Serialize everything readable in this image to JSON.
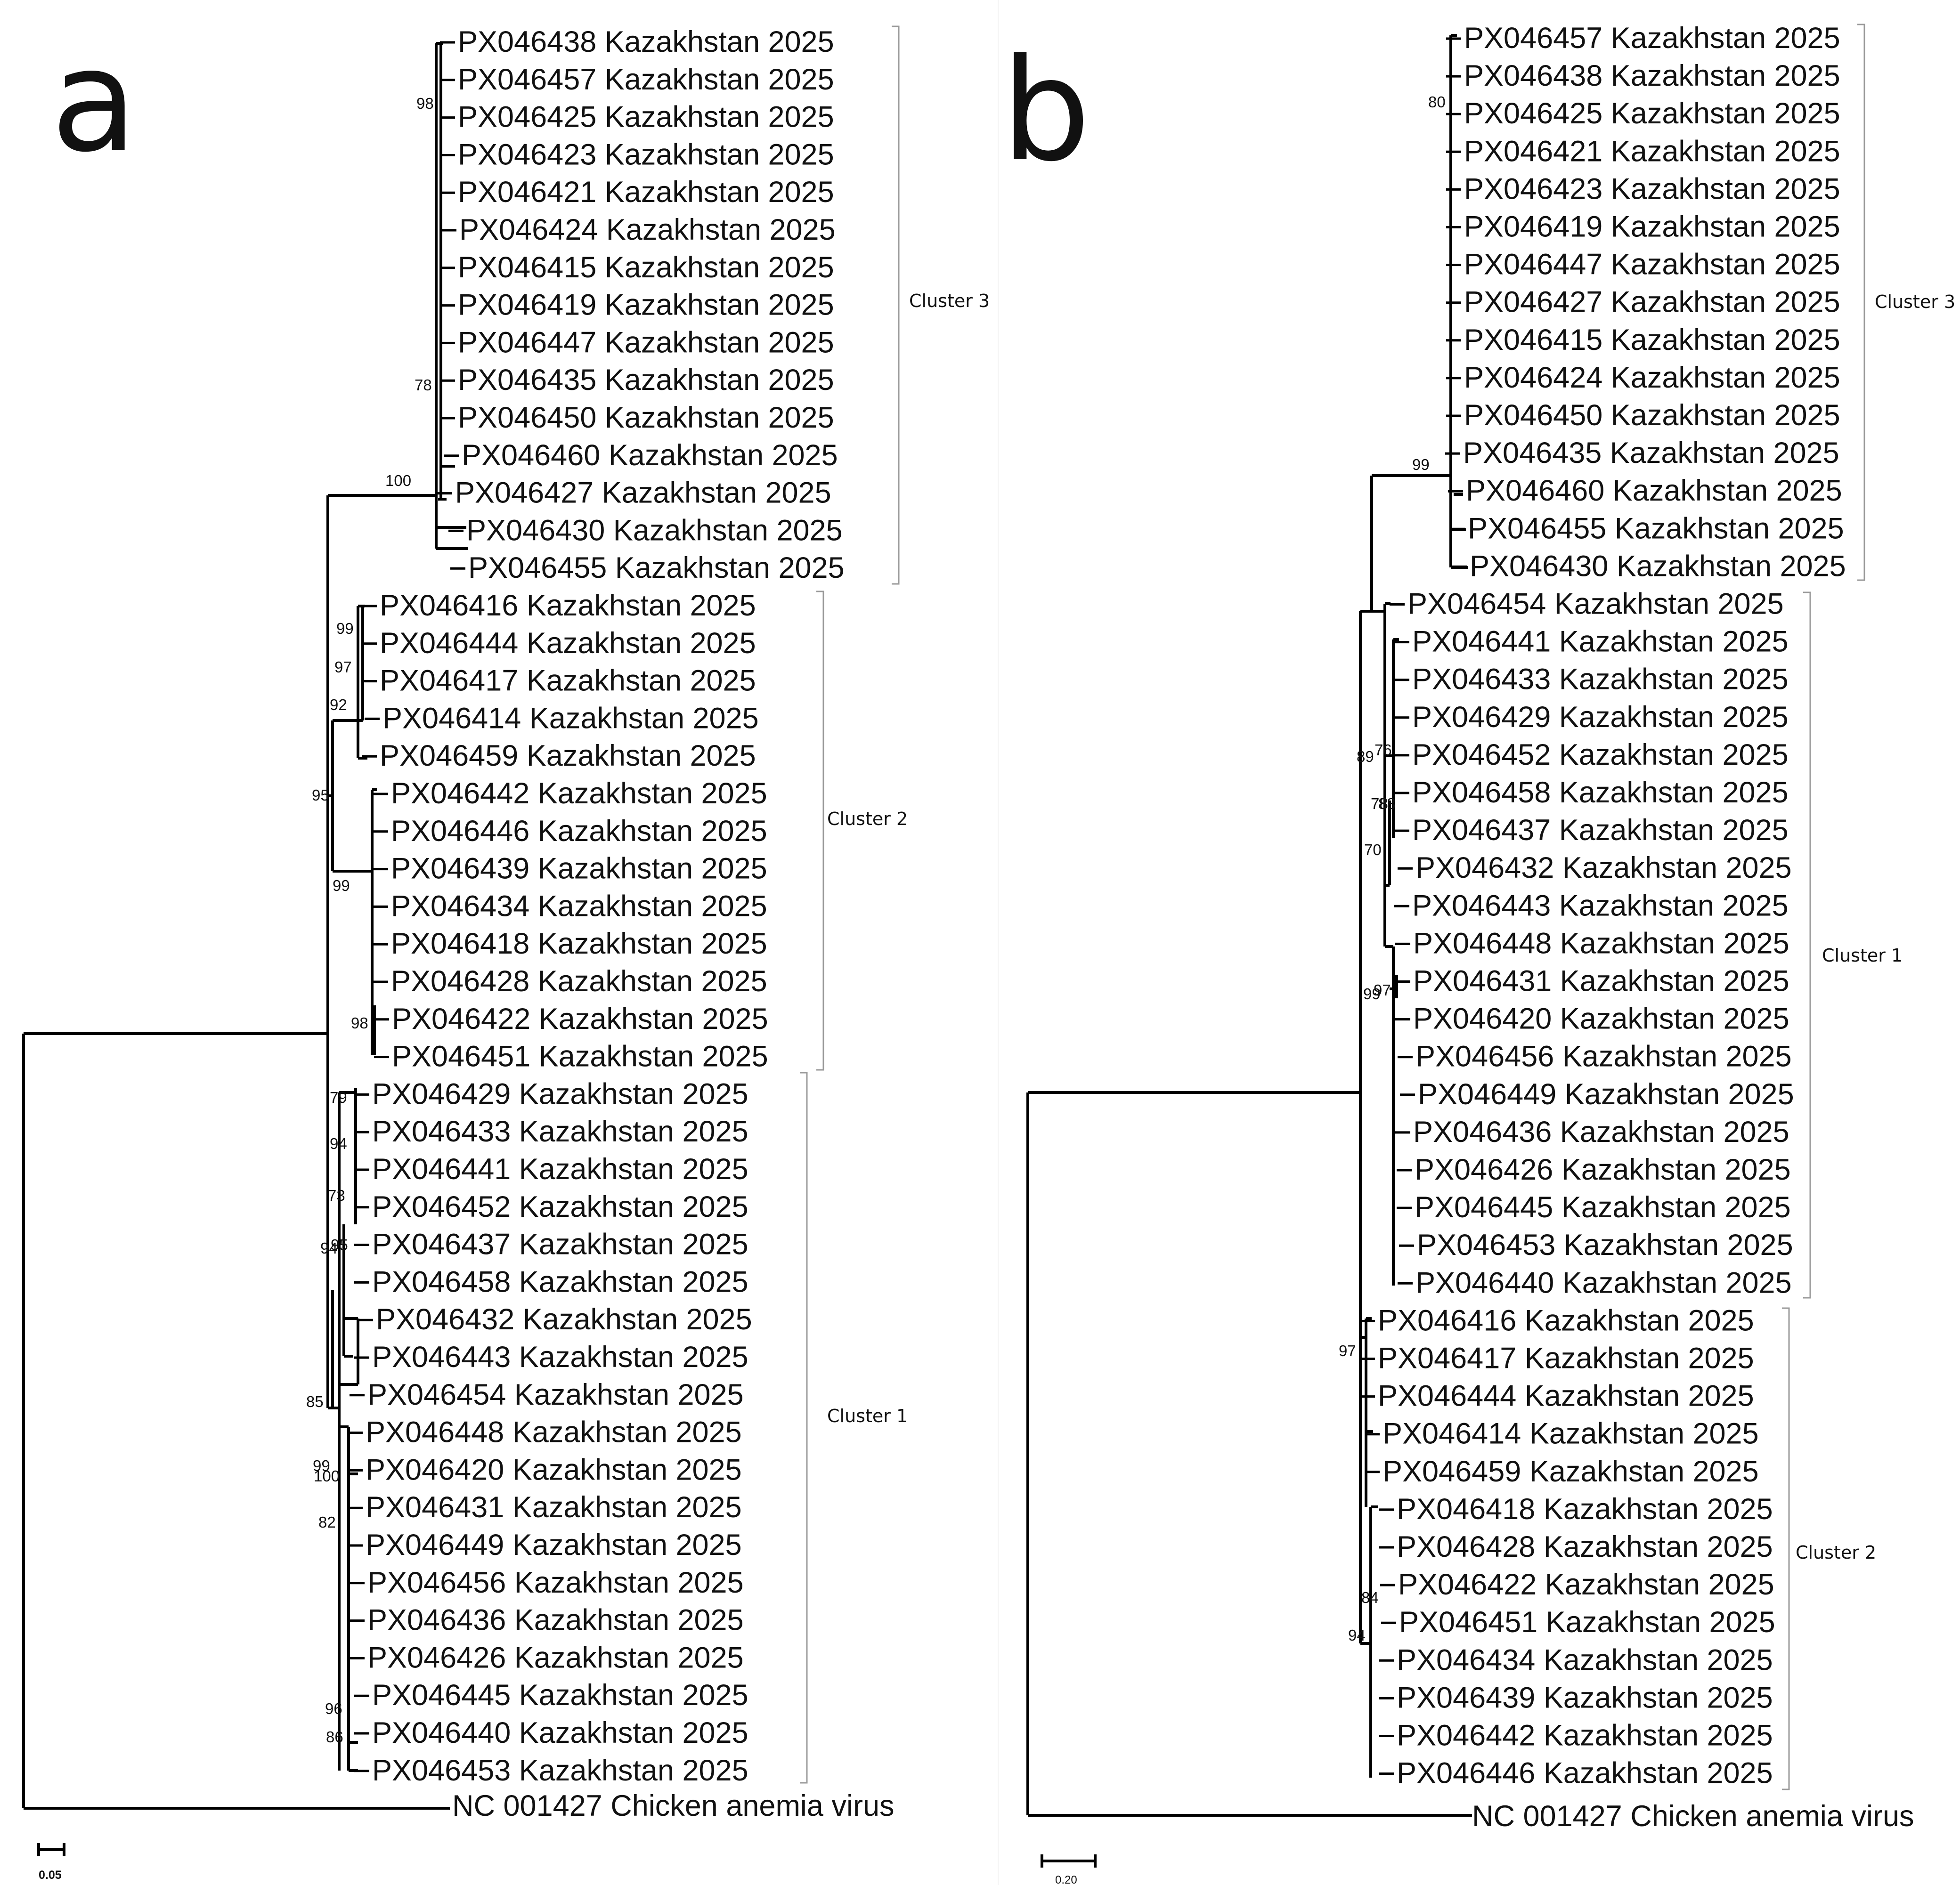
{
  "panels": [
    {
      "letter": "a",
      "scale": "0.05",
      "outgroup": "NC 001427 Chicken anemia virus",
      "clusters": [
        {
          "label": "Cluster 3",
          "tips": [
            "PX046438 Kazakhstan 2025",
            "PX046457 Kazakhstan 2025",
            "PX046425 Kazakhstan 2025",
            "PX046423 Kazakhstan 2025",
            "PX046421 Kazakhstan 2025",
            "PX046424 Kazakhstan 2025",
            "PX046415 Kazakhstan 2025",
            "PX046419 Kazakhstan 2025",
            "PX046447 Kazakhstan 2025",
            "PX046435 Kazakhstan 2025",
            "PX046450 Kazakhstan 2025",
            "PX046460 Kazakhstan 2025",
            "PX046427 Kazakhstan 2025",
            "PX046430 Kazakhstan 2025",
            "PX046455 Kazakhstan 2025"
          ]
        },
        {
          "label": "Cluster 2",
          "tips": [
            "PX046416 Kazakhstan 2025",
            "PX046444 Kazakhstan 2025",
            "PX046417 Kazakhstan 2025",
            "PX046414 Kazakhstan 2025",
            "PX046459 Kazakhstan 2025",
            "PX046442 Kazakhstan 2025",
            "PX046446 Kazakhstan 2025",
            "PX046439 Kazakhstan 2025",
            "PX046434 Kazakhstan 2025",
            "PX046418 Kazakhstan 2025",
            "PX046428 Kazakhstan 2025",
            "PX046422 Kazakhstan 2025",
            "PX046451 Kazakhstan 2025"
          ]
        },
        {
          "label": "Cluster 1",
          "tips": [
            "PX046429 Kazakhstan 2025",
            "PX046433 Kazakhstan 2025",
            "PX046441 Kazakhstan 2025",
            "PX046452 Kazakhstan 2025",
            "PX046437 Kazakhstan 2025",
            "PX046458 Kazakhstan 2025",
            "PX046432 Kazakhstan 2025",
            "PX046443 Kazakhstan 2025",
            "PX046454 Kazakhstan 2025",
            "PX046448 Kazakhstan 2025",
            "PX046420 Kazakhstan 2025",
            "PX046431 Kazakhstan 2025",
            "PX046449 Kazakhstan 2025",
            "PX046456 Kazakhstan 2025",
            "PX046436 Kazakhstan 2025",
            "PX046426 Kazakhstan 2025",
            "PX046445 Kazakhstan 2025",
            "PX046440 Kazakhstan 2025",
            "PX046453 Kazakhstan 2025"
          ]
        }
      ],
      "bootstraps": [
        "100",
        "98",
        "78",
        "99",
        "97",
        "92",
        "95",
        "99",
        "98",
        "79",
        "94",
        "73",
        "95",
        "94",
        "85",
        "99",
        "100",
        "82",
        "96",
        "86"
      ]
    },
    {
      "letter": "b",
      "scale": "0.20",
      "outgroup": "NC 001427 Chicken anemia virus",
      "clusters": [
        {
          "label": "Cluster 3",
          "tips": [
            "PX046457 Kazakhstan 2025",
            "PX046438 Kazakhstan 2025",
            "PX046425 Kazakhstan 2025",
            "PX046421 Kazakhstan 2025",
            "PX046423 Kazakhstan 2025",
            "PX046419 Kazakhstan 2025",
            "PX046447 Kazakhstan 2025",
            "PX046427 Kazakhstan 2025",
            "PX046415 Kazakhstan 2025",
            "PX046424 Kazakhstan 2025",
            "PX046450 Kazakhstan 2025",
            "PX046435 Kazakhstan 2025",
            "PX046460 Kazakhstan 2025",
            "PX046455 Kazakhstan 2025",
            "PX046430 Kazakhstan 2025"
          ]
        },
        {
          "label": "Cluster 1",
          "tips": [
            "PX046454 Kazakhstan 2025",
            "PX046441 Kazakhstan 2025",
            "PX046433 Kazakhstan 2025",
            "PX046429 Kazakhstan 2025",
            "PX046452 Kazakhstan 2025",
            "PX046458 Kazakhstan 2025",
            "PX046437 Kazakhstan 2025",
            "PX046432 Kazakhstan 2025",
            "PX046443 Kazakhstan 2025",
            "PX046448 Kazakhstan 2025",
            "PX046431 Kazakhstan 2025",
            "PX046420 Kazakhstan 2025",
            "PX046456 Kazakhstan 2025",
            "PX046449 Kazakhstan 2025",
            "PX046436 Kazakhstan 2025",
            "PX046426 Kazakhstan 2025",
            "PX046445 Kazakhstan 2025",
            "PX046453 Kazakhstan 2025",
            "PX046440 Kazakhstan 2025"
          ]
        },
        {
          "label": "Cluster 2",
          "tips": [
            "PX046416 Kazakhstan 2025",
            "PX046417 Kazakhstan 2025",
            "PX046444 Kazakhstan 2025",
            "PX046414 Kazakhstan 2025",
            "PX046459 Kazakhstan 2025",
            "PX046418 Kazakhstan 2025",
            "PX046428 Kazakhstan 2025",
            "PX046422 Kazakhstan 2025",
            "PX046451 Kazakhstan 2025",
            "PX046434 Kazakhstan 2025",
            "PX046439 Kazakhstan 2025",
            "PX046442 Kazakhstan 2025",
            "PX046446 Kazakhstan 2025"
          ]
        }
      ],
      "bootstraps": [
        "80",
        "99",
        "89",
        "76",
        "78",
        "88",
        "70",
        "99",
        "97",
        "97",
        "84",
        "94"
      ]
    }
  ]
}
